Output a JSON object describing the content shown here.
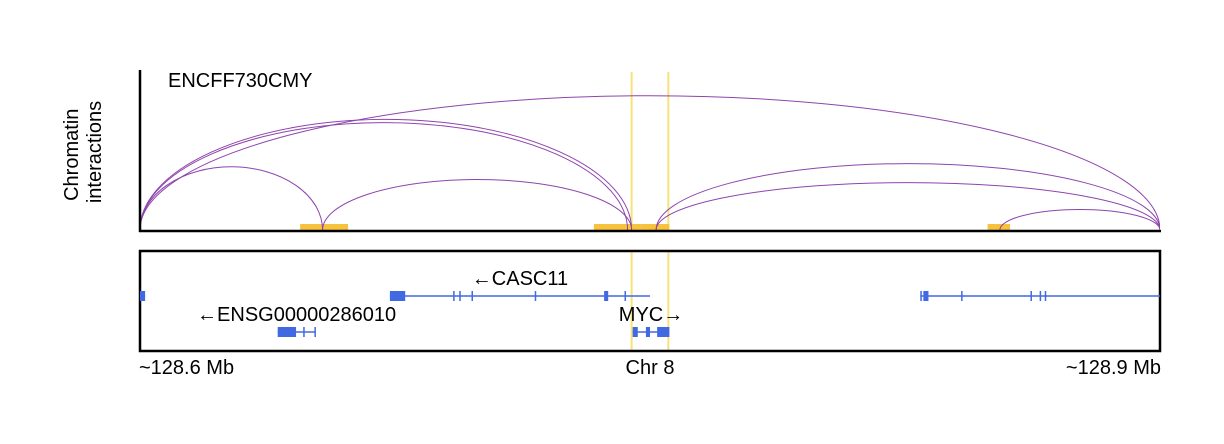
{
  "chart_data": {
    "type": "genome-track",
    "interaction_track": {
      "title": "ENCFF730CMY",
      "ylabel_line1": "Chromatin",
      "ylabel_line2": "interactions",
      "arc_color": "#8e44ad",
      "anchor_color": "#f7c23e",
      "arcs": [
        {
          "from": 0.0,
          "to": 0.179,
          "height": 0.4
        },
        {
          "from": 0.0,
          "to": 0.478,
          "height": 0.68
        },
        {
          "from": 0.0,
          "to": 0.482,
          "height": 0.7
        },
        {
          "from": 0.179,
          "to": 0.482,
          "height": 0.32
        },
        {
          "from": 0.506,
          "to": 1.0,
          "height": 0.42
        },
        {
          "from": 0.0,
          "to": 1.0,
          "height": 0.85
        },
        {
          "from": 0.506,
          "to": 1.0,
          "height": 0.3
        },
        {
          "from": 0.843,
          "to": 1.0,
          "height": 0.13
        }
      ],
      "anchors": [
        {
          "start": 0.157,
          "end": 0.204
        },
        {
          "start": 0.445,
          "end": 0.475
        },
        {
          "start": 0.469,
          "end": 0.492
        },
        {
          "start": 0.492,
          "end": 0.519
        },
        {
          "start": 0.831,
          "end": 0.853
        }
      ]
    },
    "gene_track": {
      "gene_color": "#4169e1",
      "genes": [
        {
          "label": "",
          "row": 0,
          "start": 0.0,
          "end": 0.005,
          "exons": [
            [
              0.0,
              0.005
            ]
          ]
        },
        {
          "label": "←CASC11",
          "row": 0,
          "start": 0.245,
          "end": 0.5,
          "exons": [
            [
              0.245,
              0.26
            ],
            [
              0.307,
              0.308
            ],
            [
              0.313,
              0.314
            ],
            [
              0.325,
              0.326
            ],
            [
              0.387,
              0.388
            ],
            [
              0.455,
              0.459
            ],
            [
              0.475,
              0.476
            ]
          ]
        },
        {
          "label": "←ENSG00000286010",
          "row": 1,
          "start": 0.135,
          "end": 0.172,
          "exons": [
            [
              0.135,
              0.153
            ],
            [
              0.16,
              0.161
            ],
            [
              0.171,
              0.172
            ]
          ]
        },
        {
          "label": "MYC→",
          "row": 1,
          "start": 0.483,
          "end": 0.519,
          "exons": [
            [
              0.483,
              0.488
            ],
            [
              0.496,
              0.5
            ],
            [
              0.507,
              0.519
            ]
          ]
        },
        {
          "label": "",
          "row": 0,
          "start": 0.765,
          "end": 1.0,
          "exons": [
            [
              0.765,
              0.766
            ],
            [
              0.768,
              0.773
            ],
            [
              0.805,
              0.806
            ],
            [
              0.873,
              0.874
            ],
            [
              0.882,
              0.883
            ],
            [
              0.887,
              0.888
            ]
          ]
        }
      ]
    },
    "highlight": {
      "start": 0.482,
      "end": 0.518,
      "color": "#f7e27a"
    },
    "xaxis": {
      "left": "~128.6 Mb",
      "center": "Chr 8",
      "right": "~128.9 Mb"
    }
  }
}
